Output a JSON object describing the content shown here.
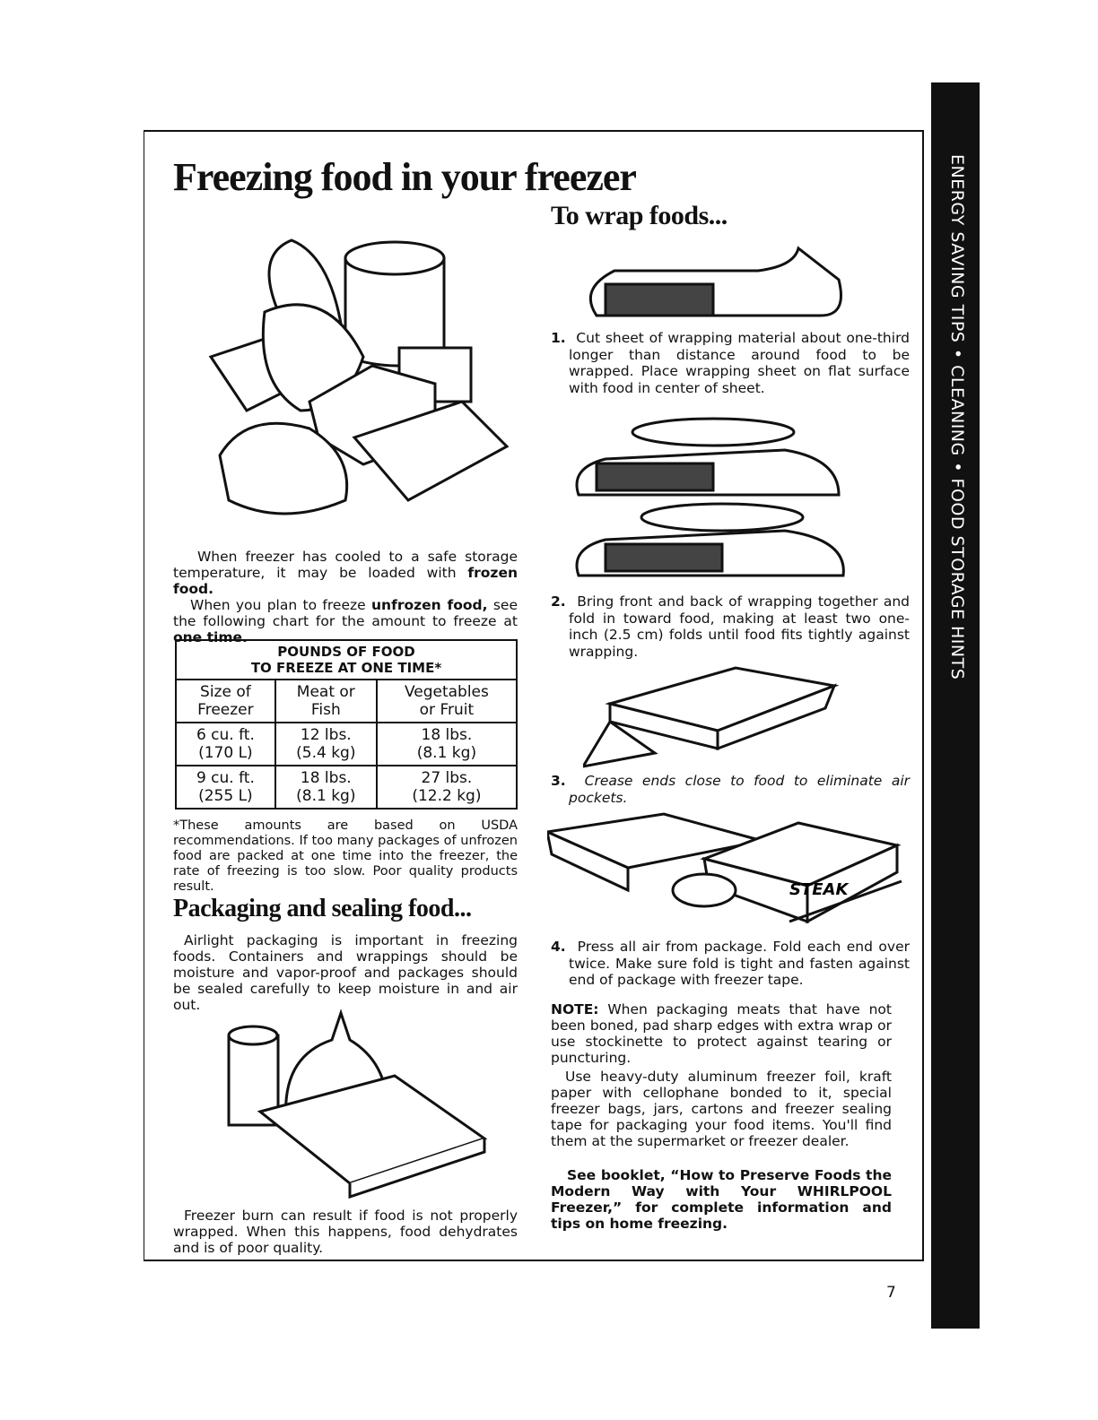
{
  "sidebar_text": "ENERGY SAVING TIPS • CLEANING • FOOD STORAGE HINTS",
  "title": "Freezing food in your freezer",
  "left": {
    "intro1_a": "When freezer has cooled to a safe storage temperature, it may be loaded with ",
    "intro1_b": "frozen food.",
    "intro2_a": "When you plan to freeze ",
    "intro2_b": "unfrozen food,",
    "intro2_c": " see the following chart for the amount to freeze at ",
    "intro2_d": "one time.",
    "table": {
      "title_line1": "POUNDS OF FOOD",
      "title_line2": "TO FREEZE AT ONE TIME*",
      "headers": [
        [
          "Size of",
          "Freezer"
        ],
        [
          "Meat or",
          "Fish"
        ],
        [
          "Vegetables",
          "or Fruit"
        ]
      ],
      "rows": [
        [
          [
            "6 cu. ft.",
            "(170 L)"
          ],
          [
            "12 lbs.",
            "(5.4 kg)"
          ],
          [
            "18 lbs.",
            "(8.1 kg)"
          ]
        ],
        [
          [
            "9 cu. ft.",
            "(255 L)"
          ],
          [
            "18 lbs.",
            "(8.1 kg)"
          ],
          [
            "27 lbs.",
            "(12.2 kg)"
          ]
        ]
      ]
    },
    "footnote": "*These amounts are based on USDA recommendations. If too many packages of unfrozen food are packed at one time into the freezer, the rate of freezing is too slow. Poor quality products result.",
    "packaging_heading": "Packaging and sealing food...",
    "packaging_text": "Airlight packaging is important in freezing foods. Containers and wrappings should be moisture and vapor-proof and packages should be sealed carefully to keep moisture in and air out.",
    "burn_text": "Freezer burn can result if food is not properly wrapped. When this happens, food dehydrates and is of poor quality."
  },
  "right": {
    "heading": "To wrap foods...",
    "steps": [
      {
        "num": "1.",
        "text": "Cut sheet of wrapping material about one-third longer than distance around food to be wrapped. Place wrapping sheet on flat surface with food in center of sheet."
      },
      {
        "num": "2.",
        "text": "Bring front and back of wrapping together and fold in toward food, making at least two one-inch (2.5 cm) folds until food fits tightly against wrapping."
      },
      {
        "num": "3.",
        "text": "Crease ends close to food to eliminate air pockets."
      },
      {
        "num": "4.",
        "text": "Press all air from package. Fold each end over twice. Make sure fold is tight and fasten against end of package with freezer tape."
      }
    ],
    "note_label": "NOTE:",
    "note_text": " When packaging meats that have not been boned, pad sharp edges with extra wrap or use stockinette to protect against tearing or puncturing.",
    "use_text": "Use heavy-duty aluminum freezer foil, kraft paper with cellophane bonded to it, special freezer bags, jars, cartons and freezer sealing tape for packaging your food items. You'll find them at the supermarket or freezer dealer.",
    "booklet_text": "See booklet, “How to Preserve Foods the Modern Way with Your WHIRLPOOL Freezer,” for complete information and tips on home freezing.",
    "steak_label": "STEAK"
  },
  "page_number": "7"
}
